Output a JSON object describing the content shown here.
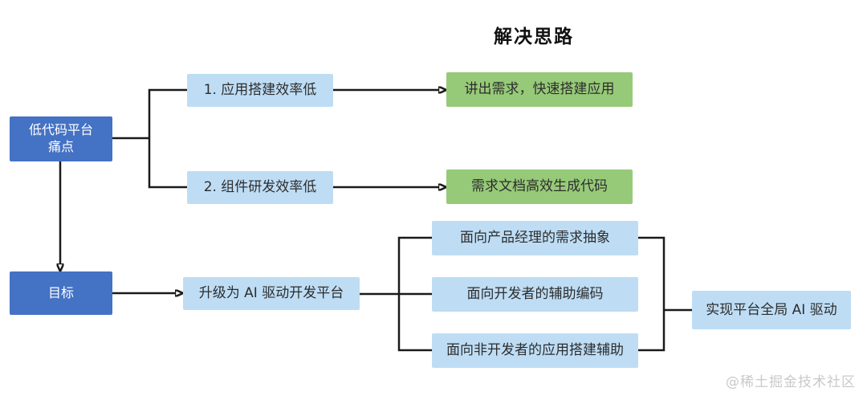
{
  "title": "解决思路",
  "watermark": "@稀土掘金技术社区",
  "colors": {
    "primary_blue": "#4472C4",
    "light_blue": "#BEDDF5",
    "green": "#96CA78",
    "line": "#1A1A1A"
  },
  "nodes": {
    "pain_point": {
      "label": "低代码平台\n痛点",
      "type": "primary"
    },
    "issue_1": {
      "label": "1. 应用搭建效率低",
      "type": "light"
    },
    "issue_2": {
      "label": "2. 组件研发效率低",
      "type": "light"
    },
    "solution_1": {
      "label": "讲出需求，快速搭建应用",
      "type": "green"
    },
    "solution_2": {
      "label": "需求文档高效生成代码",
      "type": "green"
    },
    "goal": {
      "label": "目标",
      "type": "primary"
    },
    "upgrade": {
      "label": "升级为 AI 驱动开发平台",
      "type": "light"
    },
    "feature_pm": {
      "label": "面向产品经理的需求抽象",
      "type": "light"
    },
    "feature_dev": {
      "label": "面向开发者的辅助编码",
      "type": "light"
    },
    "feature_nondev": {
      "label": "面向非开发者的应用搭建辅助",
      "type": "light"
    },
    "result": {
      "label": "实现平台全局 AI 驱动",
      "type": "light"
    }
  },
  "edges": [
    {
      "from": "pain_point",
      "to": "issue_1",
      "arrow": false
    },
    {
      "from": "pain_point",
      "to": "issue_2",
      "arrow": false
    },
    {
      "from": "issue_1",
      "to": "solution_1",
      "arrow": true
    },
    {
      "from": "issue_2",
      "to": "solution_2",
      "arrow": true
    },
    {
      "from": "pain_point",
      "to": "goal",
      "arrow": true
    },
    {
      "from": "goal",
      "to": "upgrade",
      "arrow": true
    },
    {
      "from": "upgrade",
      "to": "feature_pm",
      "arrow": false
    },
    {
      "from": "upgrade",
      "to": "feature_dev",
      "arrow": false
    },
    {
      "from": "upgrade",
      "to": "feature_nondev",
      "arrow": false
    },
    {
      "from": "feature_pm",
      "to": "result",
      "arrow": false
    },
    {
      "from": "feature_nondev",
      "to": "result",
      "arrow": false
    }
  ]
}
